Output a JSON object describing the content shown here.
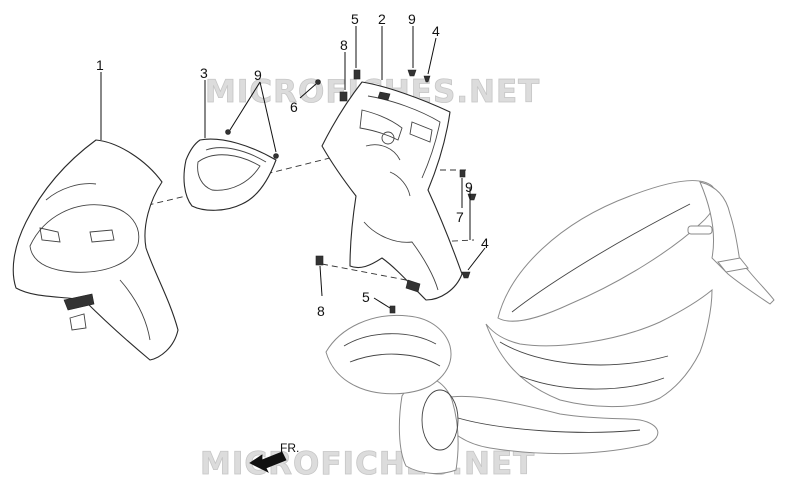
{
  "watermark": {
    "text_top": "MICROFICHES.NET",
    "text_bottom": "MICROFICHES.NET"
  },
  "direction": {
    "label": "FR."
  },
  "callouts": {
    "c1": "1",
    "c2": "2",
    "c3": "3",
    "c4a": "4",
    "c4b": "4",
    "c5a": "5",
    "c5b": "5",
    "c6": "6",
    "c7": "7",
    "c8a": "8",
    "c8b": "8",
    "c9a": "9",
    "c9b": "9",
    "c9c": "9"
  }
}
